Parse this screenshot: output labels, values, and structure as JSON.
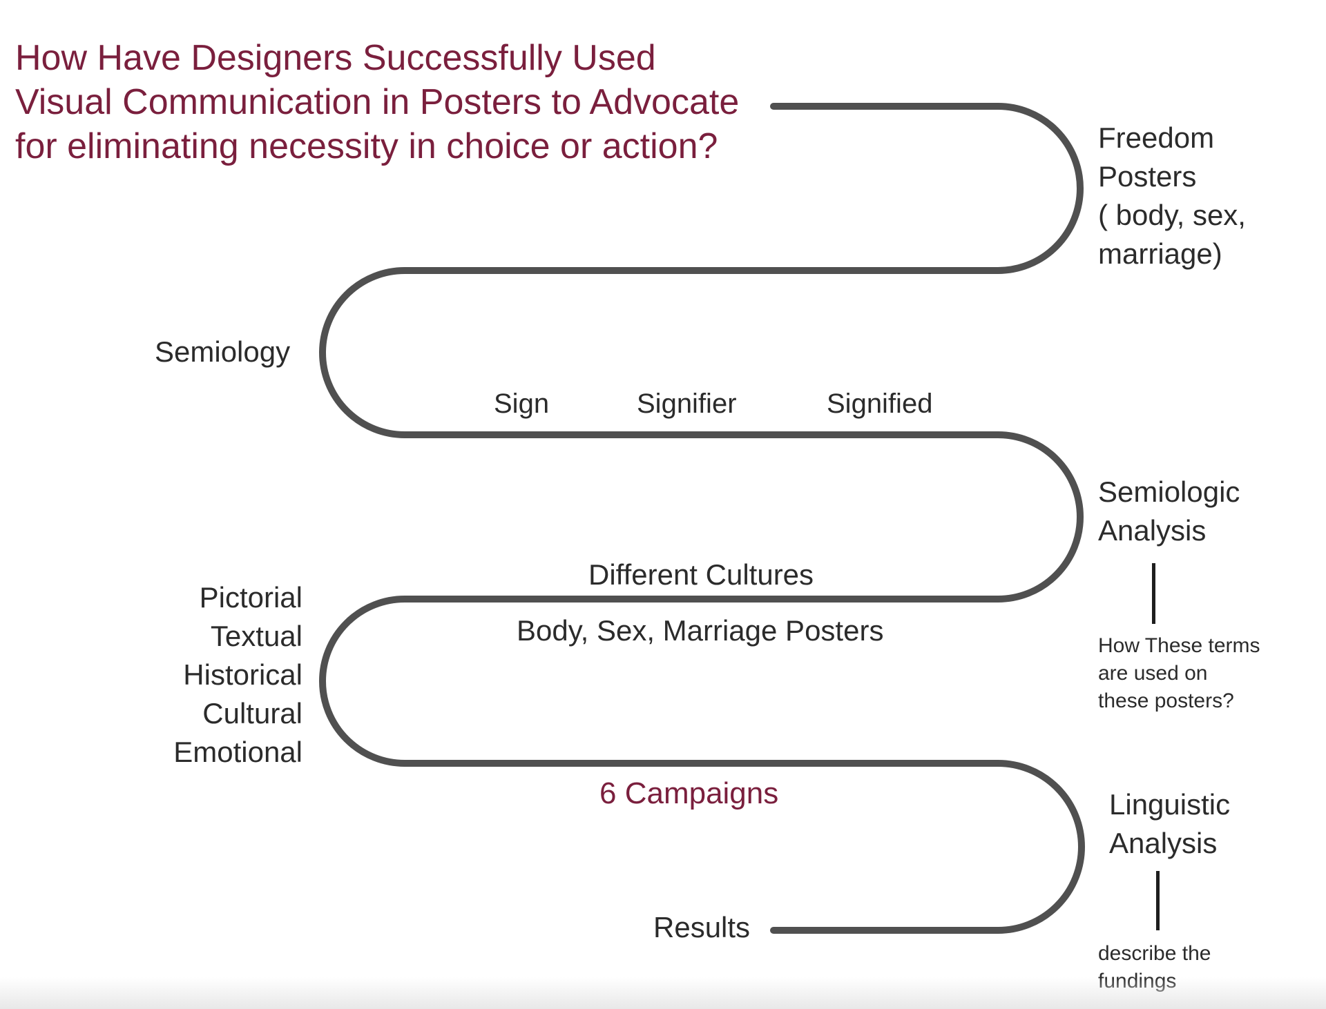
{
  "title_lines": [
    "How Have Designers Successfully Used",
    "Visual Communication in Posters to Advocate",
    "for eliminating necessity in choice or action?"
  ],
  "stage_freedom_posters": [
    "Freedom",
    "Posters",
    "( body, sex,",
    "marriage)"
  ],
  "stage_semiology": "Semiology",
  "semiology_terms": [
    "Sign",
    "Signifier",
    "Signified"
  ],
  "stage_semiologic_analysis": [
    "Semiologic",
    "Analysis"
  ],
  "semiologic_note": [
    "How These terms",
    "are used on",
    "these posters?"
  ],
  "different_cultures": "Different Cultures",
  "body_sex_marriage": "Body, Sex, Marriage Posters",
  "analysis_dimensions": [
    "Pictorial",
    "Textual",
    "Historical",
    "Cultural",
    "Emotional"
  ],
  "six_campaigns": "6 Campaigns",
  "stage_linguistic_analysis": [
    "Linguistic",
    "Analysis"
  ],
  "linguistic_note": [
    "describe the",
    "fundings"
  ],
  "stage_results": "Results",
  "colors": {
    "title": "#7a1f3d",
    "accent": "#7a1f3d",
    "path": "#505050",
    "text": "#2b2b2b",
    "background": "#ffffff"
  }
}
